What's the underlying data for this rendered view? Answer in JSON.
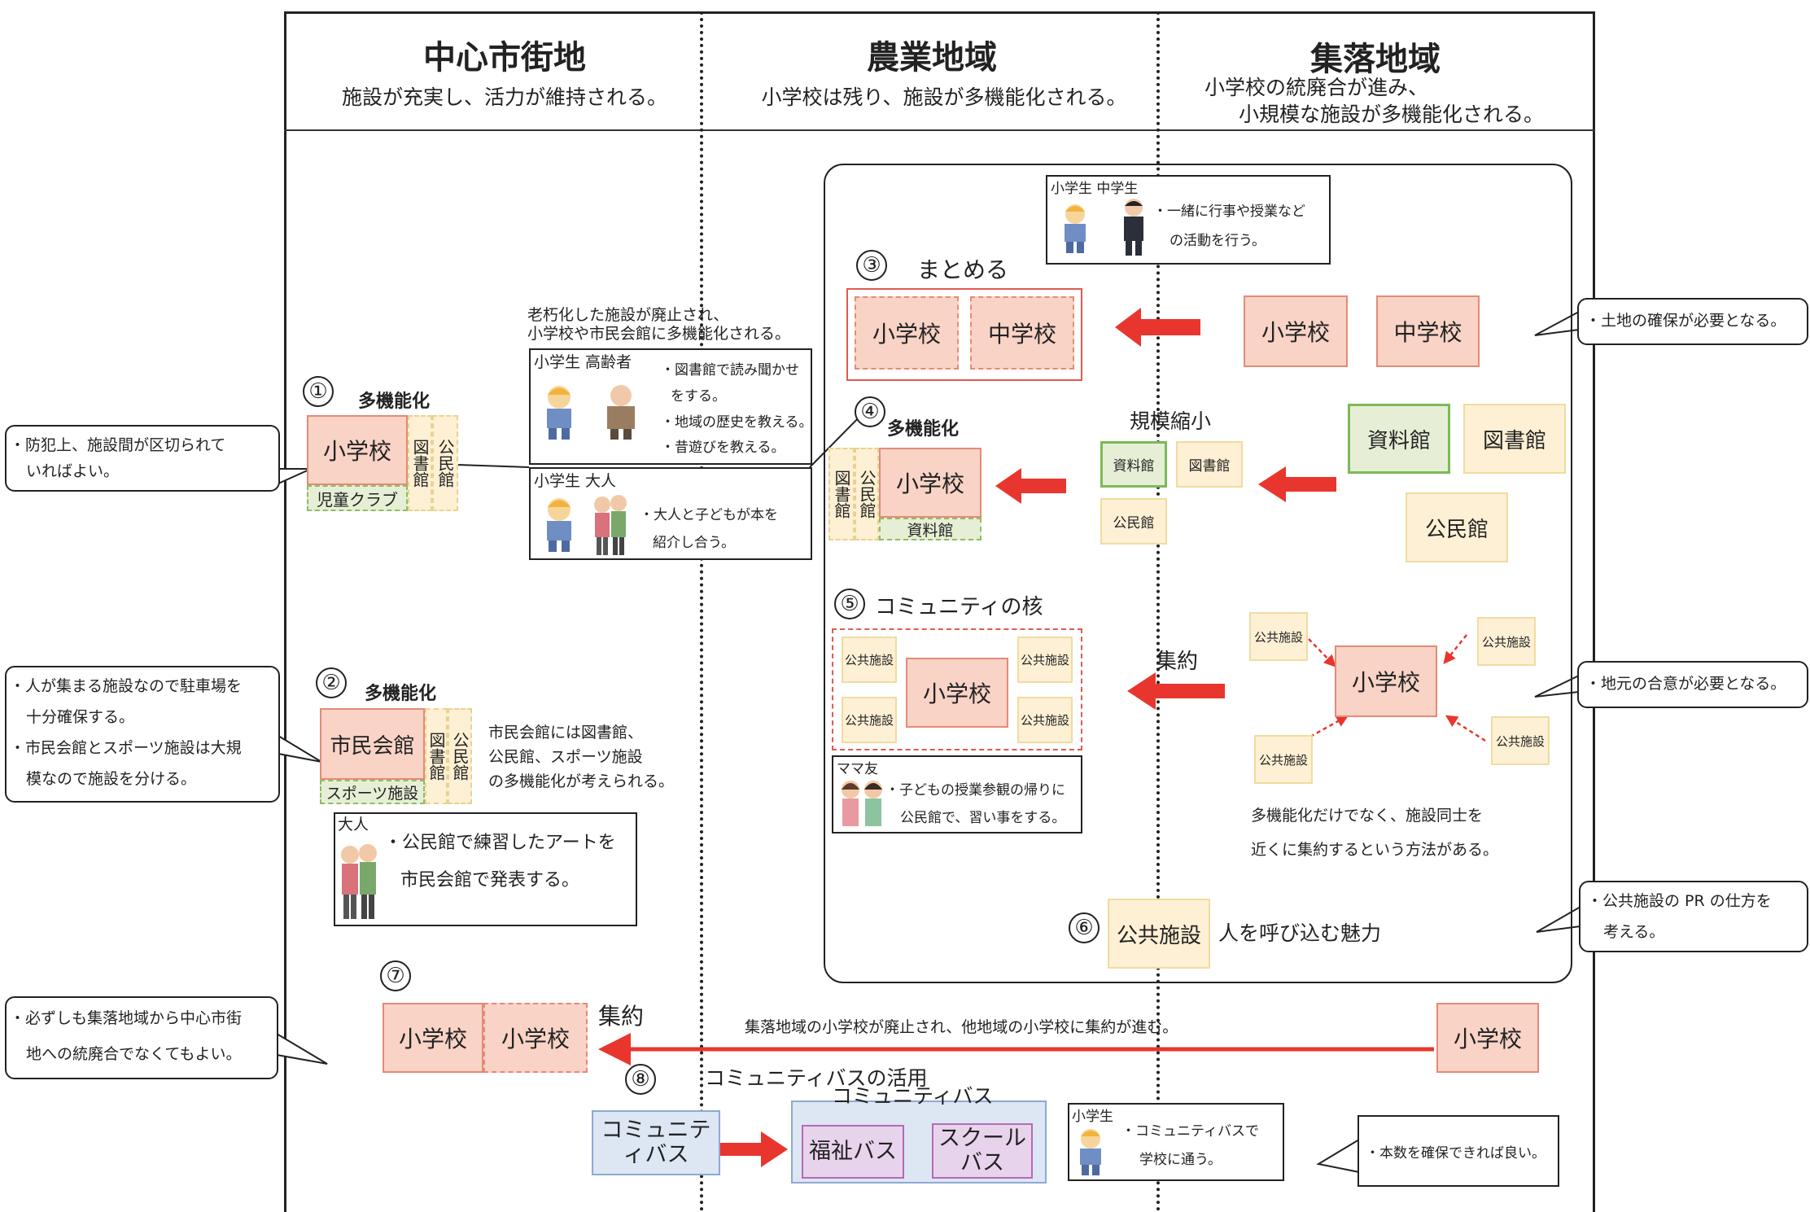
{
  "columns": [
    {
      "title": "中心市街地",
      "subtitle": [
        "施設が充実し、活力が維持される。"
      ]
    },
    {
      "title": "農業地域",
      "subtitle": [
        "小学校は残り、施設が多機能化される。"
      ]
    },
    {
      "title": "集落地域",
      "subtitle": [
        "小学校の統廃合が進み、",
        "小規模な施設が多機能化される。"
      ]
    }
  ],
  "numbers": {
    "n1": "①",
    "n2": "②",
    "n3": "③",
    "n4": "④",
    "n5": "⑤",
    "n6": "⑥",
    "n7": "⑦",
    "n8": "⑧"
  },
  "s1": {
    "heading": "多機能化",
    "school": "小学校",
    "library": "図書館",
    "kominkan": "公民館",
    "club": "児童クラブ",
    "aged_note": [
      "老朽化した施設が廃止され、",
      "小学校や市民会館に多機能化される。"
    ],
    "box1_title": "小学生 高齢者",
    "box1_lines": [
      "・図書館で読み聞かせ",
      "をする。",
      "・地域の歴史を教える。",
      "・昔遊びを教える。"
    ],
    "box2_title": "小学生 大人",
    "box2_lines": [
      "・大人と子どもが本を",
      "紹介し合う。"
    ]
  },
  "s2": {
    "heading": "多機能化",
    "hall": "市民会館",
    "library": "図書館",
    "kominkan": "公民館",
    "sports": "スポーツ施設",
    "note": [
      "市民会館には図書館、",
      "公民館、スポーツ施設",
      "の多機能化が考えられる。"
    ],
    "box_title": "大人",
    "box_lines": [
      "・公民館で練習したアートを",
      "市民会館で発表する。"
    ]
  },
  "s3": {
    "heading": "まとめる",
    "school": "小学校",
    "junior": "中学校",
    "box_title": "小学生 中学生",
    "box_lines": [
      "・一緒に行事や授業など",
      "の活動を行う。"
    ]
  },
  "s4": {
    "heading": "多機能化",
    "school": "小学校",
    "library": "図書館",
    "kominkan": "公民館",
    "archive": "資料館",
    "shrink_label": "規模縮小",
    "small_archive": "資料館",
    "small_library": "図書館",
    "small_kominkan": "公民館",
    "big_archive": "資料館",
    "big_library": "図書館",
    "big_kominkan": "公民館"
  },
  "s5": {
    "heading": "コミュニティの核",
    "school": "小学校",
    "public": "公共施設",
    "gather_label": "集約",
    "box_title": "ママ友",
    "box_lines": [
      "・子どもの授業参観の帰りに",
      "公民館で、習い事をする。"
    ],
    "note": [
      "多機能化だけでなく、施設同士を",
      "近くに集約するという方法がある。"
    ]
  },
  "s6": {
    "facility": "公共施設",
    "label": "人を呼び込む魅力"
  },
  "s7": {
    "school": "小学校",
    "gather_label": "集約",
    "arrow_note": "集落地域の小学校が廃止され、他地域の小学校に集約が進む。"
  },
  "s8": {
    "heading": "コミュニティバスの活用",
    "community_bus": "コミュニティバス",
    "group_label": "コミュニティバス",
    "welfare_bus": "福祉バス",
    "school_bus": "スクールバス",
    "box_title": "小学生",
    "box_lines": [
      "・コミュニティバスで",
      "学校に通う。"
    ]
  },
  "callouts_left": [
    [
      "・防犯上、施設間が区切られて",
      "いればよい。"
    ],
    [
      "・人が集まる施設なので駐車場を",
      "十分確保する。",
      "・市民会館とスポーツ施設は大規",
      "模なので施設を分ける。"
    ],
    [
      "・必ずしも集落地域から中心市街",
      "地への統廃合でなくてもよい。"
    ]
  ],
  "callouts_right": [
    [
      "・土地の確保が必要となる。"
    ],
    [
      "・地元の合意が必要となる。"
    ],
    [
      "・公共施設の PR の仕方を",
      "考える。"
    ],
    [
      "・本数を確保できれば良い。"
    ]
  ],
  "colors": {
    "school_fill": "#f8d3c6",
    "school_border": "#e58a76",
    "facility_fill": "#fdf0d4",
    "archive_border": "#7cb958",
    "arrow": "#e8362e",
    "bus_blue": "#dde6f3",
    "bus_purple": "#e8d3ec"
  }
}
